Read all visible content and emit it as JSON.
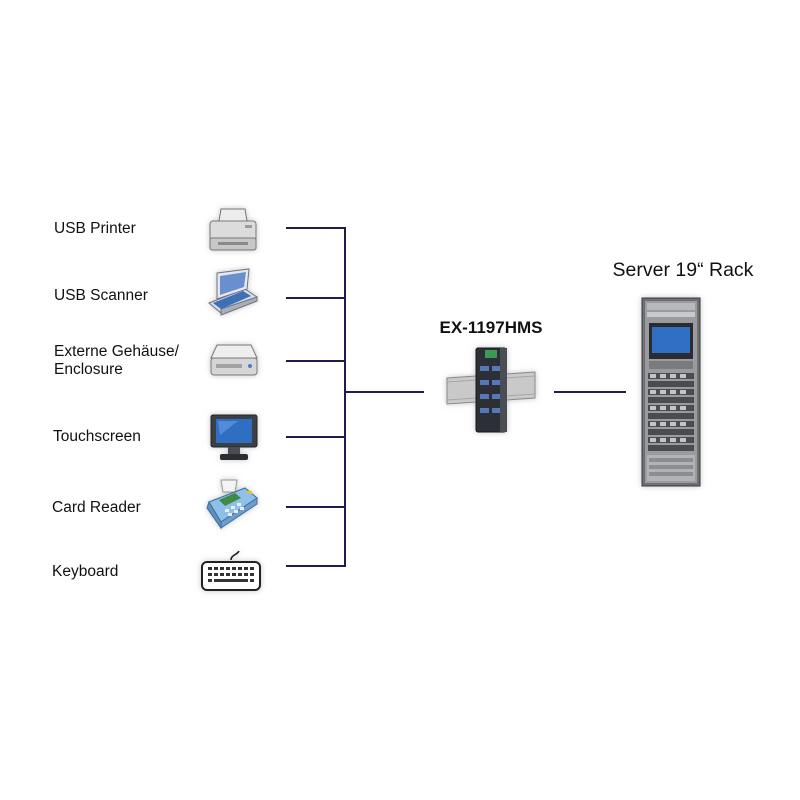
{
  "devices": [
    {
      "label": "USB Printer",
      "icon": "printer-icon"
    },
    {
      "label": "USB Scanner",
      "icon": "scanner-icon"
    },
    {
      "label_line1": "Externe Gehäuse/",
      "label_line2": "Enclosure",
      "icon": "external-enclosure-icon"
    },
    {
      "label": "Touchscreen",
      "icon": "touchscreen-icon"
    },
    {
      "label": "Card Reader",
      "icon": "card-reader-icon"
    },
    {
      "label": "Keyboard",
      "icon": "keyboard-icon"
    }
  ],
  "hub": {
    "label": "EX-1197HMS",
    "icon": "usb-hub-din-rail-icon"
  },
  "server": {
    "label": "Server 19“ Rack",
    "icon": "server-rack-icon"
  },
  "colors": {
    "wire": "#1c1c4e",
    "background": "#ffffff",
    "text": "#111111"
  }
}
